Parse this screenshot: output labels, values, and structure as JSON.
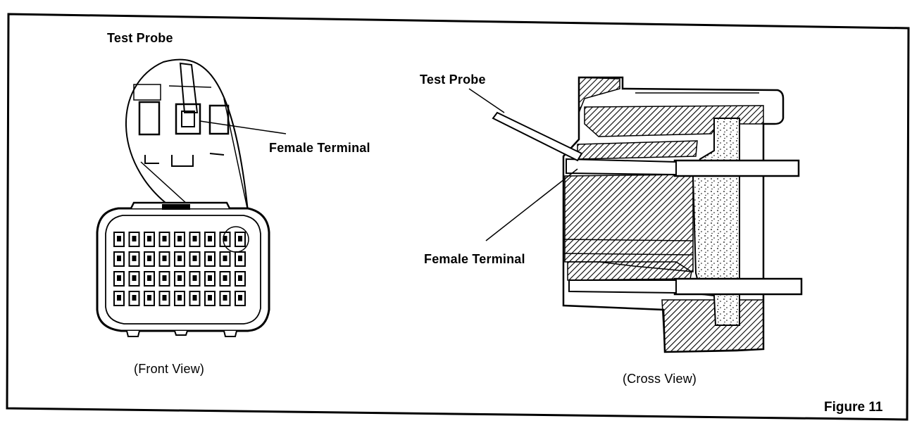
{
  "figure_label": "Figure 11",
  "front_view": {
    "probe_label": "Test Probe",
    "terminal_label": "Female Terminal",
    "caption": "(Front View)"
  },
  "cross_view": {
    "probe_label": "Test Probe",
    "terminal_label": "Female Terminal",
    "caption": "(Cross View)"
  }
}
